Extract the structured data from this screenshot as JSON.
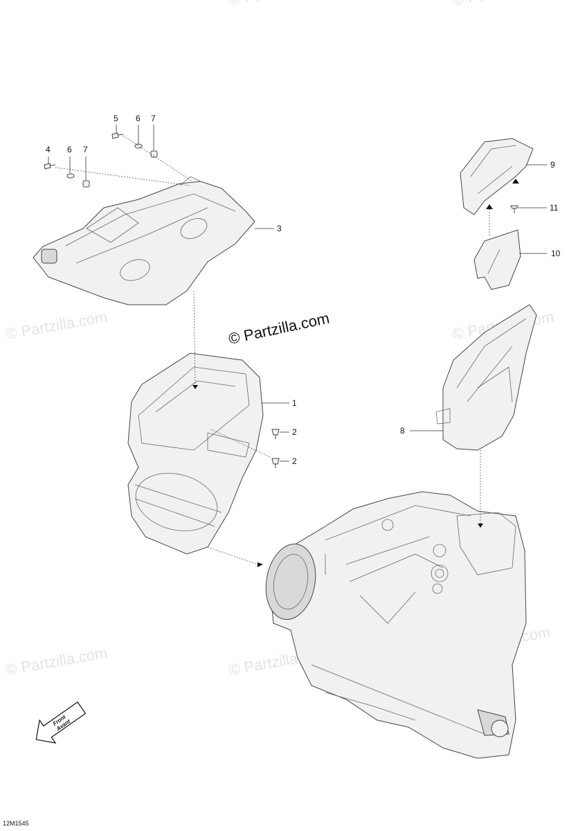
{
  "watermark_text": "© Partzilla.com",
  "copyright_text": "© Partzilla.com",
  "diagram_code": "12M1545",
  "front_arrow": {
    "line1": "Front",
    "line2": "Avant"
  },
  "callouts": [
    "1",
    "2",
    "2",
    "3",
    "4",
    "5",
    "6",
    "6",
    "7",
    "7",
    "8",
    "9",
    "10",
    "11"
  ]
}
